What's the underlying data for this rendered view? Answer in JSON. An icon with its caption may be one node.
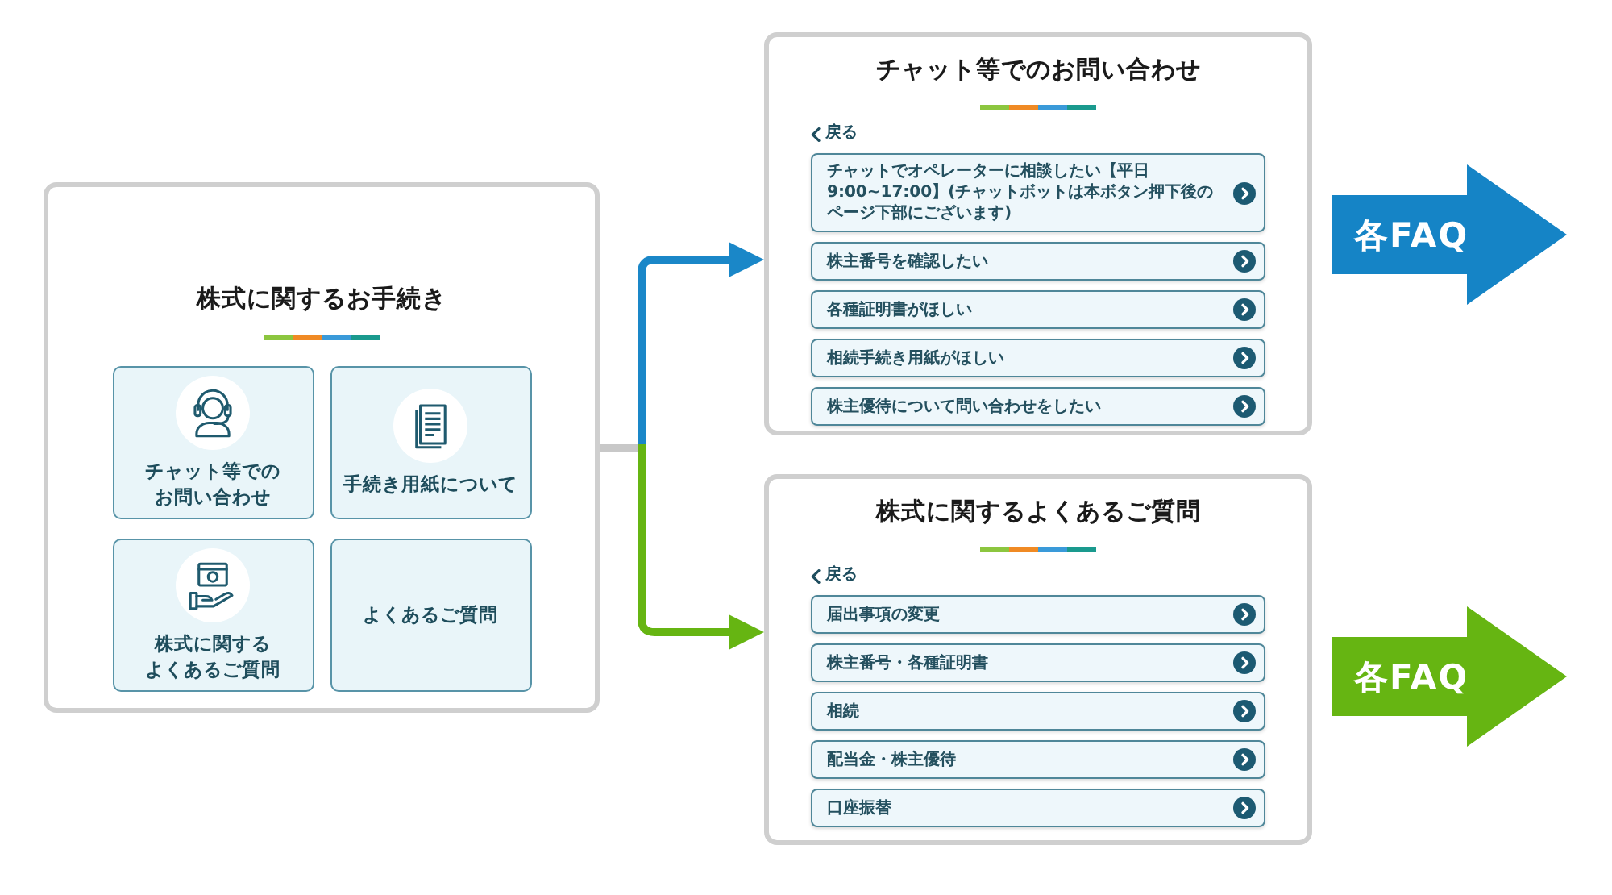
{
  "diagram": {
    "nodes": [
      {
        "text": [
          "株式に関するお手続き"
        ]
      },
      {
        "text": [
          "チャット等でのお問い合わせ"
        ],
        "in": 0
      },
      {
        "text": [
          "手続き用紙について"
        ],
        "in": 0
      },
      {
        "text": [
          "株式に関するよくあるご質問"
        ],
        "in": 0
      },
      {
        "text": [
          "よくあるご質問"
        ],
        "in": 0
      },
      {
        "text": [
          "チャット等でのお問い合わせ",
          "戻る"
        ]
      },
      {
        "text": [
          "チャットでオペレーターに相談したい【平日9:00~17:00】(チャットボットは本ボタン押下後のページ下部にございます)"
        ],
        "in": 5
      },
      {
        "text": [
          "株主番号を確認したい"
        ],
        "in": 5
      },
      {
        "text": [
          "各種証明書がほしい"
        ],
        "in": 5
      },
      {
        "text": [
          "相続手続き用紙がほしい"
        ],
        "in": 5
      },
      {
        "text": [
          "株主優待について問い合わせをしたい"
        ],
        "in": 5
      },
      {
        "text": [
          "株式に関するよくあるご質問",
          "戻る"
        ]
      },
      {
        "text": [
          "届出事項の変更"
        ],
        "in": 11
      },
      {
        "text": [
          "株主番号・各種証明書"
        ],
        "in": 11
      },
      {
        "text": [
          "相続"
        ],
        "in": 11
      },
      {
        "text": [
          "配当金・株主優待"
        ],
        "in": 11
      },
      {
        "text": [
          "口座振替"
        ],
        "in": 11
      },
      {
        "text": [
          "各FAQ"
        ]
      },
      {
        "text": [
          "各FAQ"
        ]
      }
    ],
    "edges": [
      {
        "from": 0,
        "to": 5,
        "arrow": "to",
        "color": "#1a87c8"
      },
      {
        "from": 0,
        "to": 11,
        "arrow": "to",
        "color": "#66b512"
      }
    ]
  }
}
